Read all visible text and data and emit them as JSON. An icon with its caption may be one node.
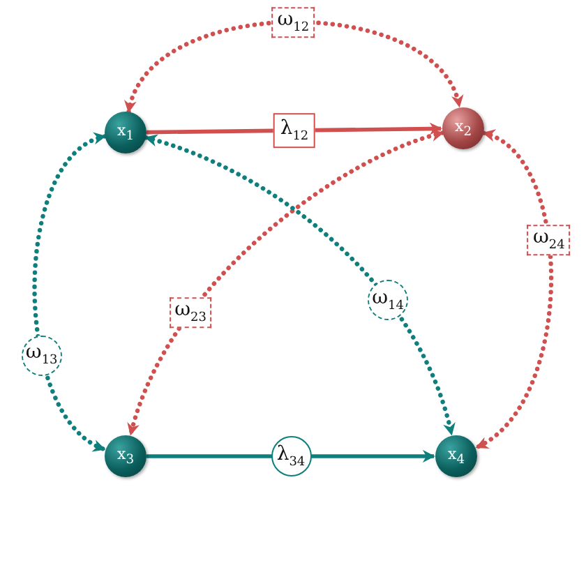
{
  "diagram": {
    "nodes": [
      {
        "text": [
          "x$_{1}$"
        ]
      },
      {
        "text": [
          "x$_{2}$"
        ]
      },
      {
        "text": [
          "x$_{3}$"
        ]
      },
      {
        "text": [
          "x$_{4}$"
        ]
      }
    ],
    "edges": [
      {
        "from": 0,
        "to": 1,
        "arrow": "to",
        "label": "λ$_{12}$"
      },
      {
        "from": 2,
        "to": 3,
        "arrow": "to",
        "label": "λ$_{34}$",
        "color": "#0e7f7c"
      },
      {
        "from": 0,
        "to": 1,
        "arrow": "both",
        "label": "ω$_{12}$",
        "style": "dashed"
      },
      {
        "from": 0,
        "to": 2,
        "arrow": "both",
        "label": "ω$_{13}$",
        "style": "dashed",
        "color": "#0e7f7c"
      },
      {
        "from": 1,
        "to": 3,
        "arrow": "both",
        "label": "ω$_{24}$",
        "style": "dashed"
      },
      {
        "from": 1,
        "to": 2,
        "arrow": "both",
        "label": "ω$_{23}$",
        "style": "dashed"
      },
      {
        "from": 0,
        "to": 3,
        "arrow": "both",
        "label": "ω$_{14}$",
        "style": "dashed",
        "color": "#0e7f7c"
      }
    ]
  }
}
